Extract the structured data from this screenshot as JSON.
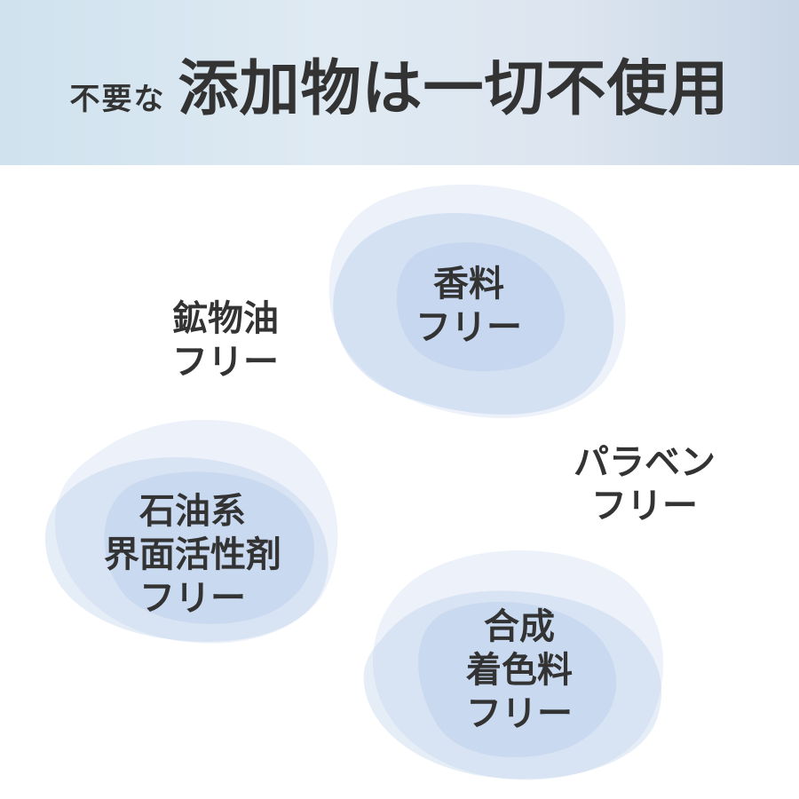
{
  "header": {
    "title_prefix": "不要な",
    "title_main": "添加物は一切不使用"
  },
  "items": [
    {
      "id": "fragrance",
      "lines": [
        "香料",
        "フリー"
      ]
    },
    {
      "id": "mineral-oil",
      "lines": [
        "鉱物油",
        "フリー"
      ]
    },
    {
      "id": "paraben",
      "lines": [
        "パラベン",
        "フリー"
      ]
    },
    {
      "id": "surfactant",
      "lines": [
        "石油系",
        "界面活性剤",
        "フリー"
      ]
    },
    {
      "id": "colorant",
      "lines": [
        "合成",
        "着色料",
        "フリー"
      ]
    }
  ],
  "colors": {
    "text": "#333333",
    "blob_a": "#b9cdec",
    "blob_b": "#a8c4e4",
    "blob_c": "#c9d6f0"
  }
}
